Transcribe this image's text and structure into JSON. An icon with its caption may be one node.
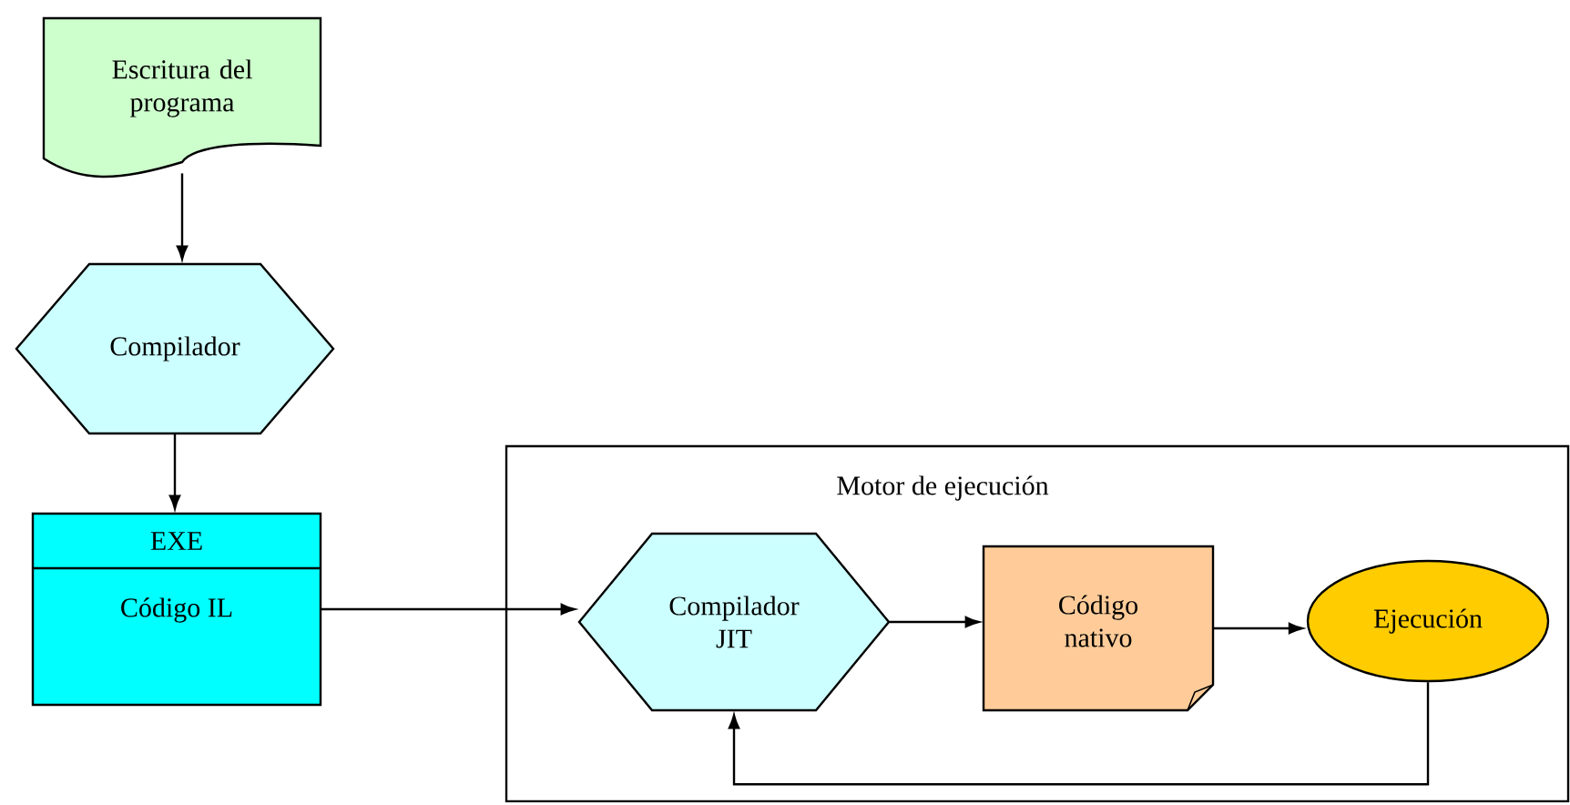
{
  "diagram": {
    "nodes": [
      {
        "text": [
          "Escritura del programa"
        ]
      },
      {
        "text": [
          "Compilador"
        ]
      },
      {
        "text": [
          "EXE",
          "Código IL"
        ]
      },
      {
        "text": [
          "Motor de ejecución"
        ]
      },
      {
        "text": [
          "Compilador JIT"
        ],
        "in": 3
      },
      {
        "text": [
          "Código nativo"
        ],
        "in": 3
      },
      {
        "text": [
          "Ejecución"
        ],
        "in": 3
      }
    ],
    "edges": [
      {
        "from": 0,
        "to": 1,
        "arrow": "to"
      },
      {
        "from": 1,
        "to": 2,
        "arrow": "to"
      },
      {
        "from": 2,
        "to": 4,
        "arrow": "to"
      },
      {
        "from": 4,
        "to": 5,
        "arrow": "to"
      },
      {
        "from": 5,
        "to": 6,
        "arrow": "to"
      },
      {
        "from": 6,
        "to": 4,
        "arrow": "to"
      }
    ]
  }
}
